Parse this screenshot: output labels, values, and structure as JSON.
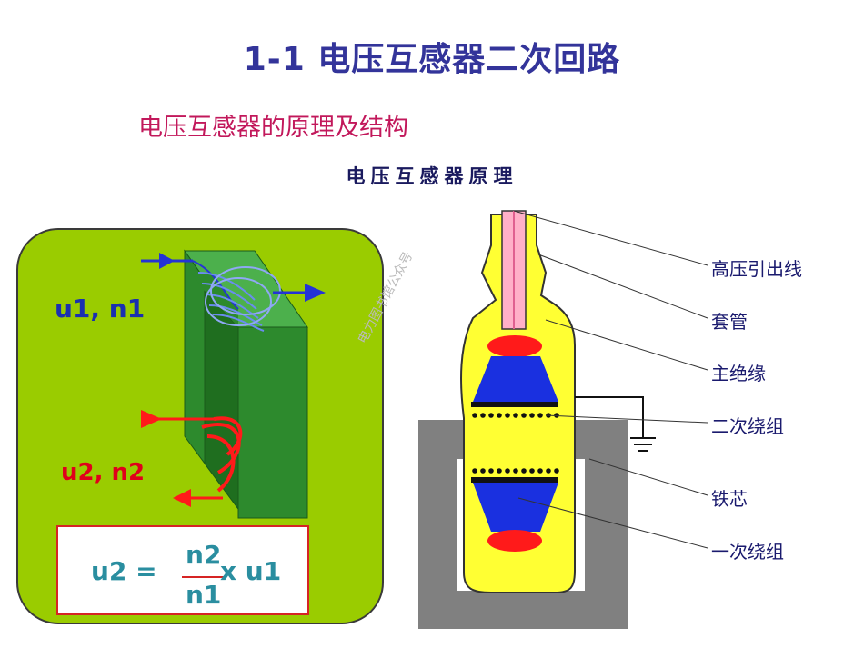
{
  "title": "1-1  电压互感器二次回路",
  "subtitle": "电压互感器的原理及结构",
  "caption": "电压互感器原理",
  "left_diagram": {
    "primary_label": "u1, n1",
    "secondary_label": "u2, n2",
    "formula": {
      "lhs": "u2 =",
      "numerator": "n2",
      "denominator": "n1",
      "multiplier": "x u1"
    }
  },
  "right_diagram": {
    "labels": [
      "高压引出线",
      "套管",
      "主绝缘",
      "二次绕组",
      "铁芯",
      "一次绕组"
    ]
  },
  "watermark": "电力图书馆公众号",
  "colors": {
    "title": "#33349a",
    "subtitle": "#c2185b",
    "panel_bg": "#9acc00",
    "core": "#2d8a2d",
    "coil_primary": "#2433d6",
    "coil_secondary": "#ff1a1a",
    "tank": "#ffff33",
    "bushing_core": "#ffb0c8",
    "iron": "#808080"
  }
}
